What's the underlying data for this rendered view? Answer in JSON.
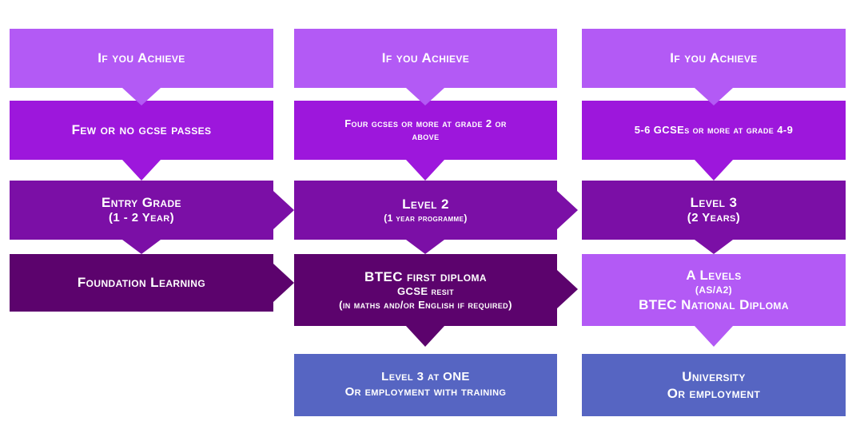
{
  "colors": {
    "light_violet": "#b35af5",
    "bright_purple": "#9d17dc",
    "purple": "#7b0fa6",
    "dark_purple": "#5c036d",
    "blue": "#5665c2"
  },
  "columns": [
    {
      "header": "If you Achieve",
      "requirement": "Few or no gcse passes",
      "stage_title": "Entry Grade",
      "stage_subtitle": "(1 - 2 Year)",
      "outcome": "Foundation Learning"
    },
    {
      "header": "If you Achieve",
      "requirement_line1": "Four gcses or more at grade 2 or",
      "requirement_line2": "above",
      "stage_title": "Level 2",
      "stage_subtitle": "(1 year programme)",
      "outcome_line1": "BTEC first diploma",
      "outcome_line2": "GCSE resit",
      "outcome_line3": "(in maths and/or English if required)",
      "destination_line1": "Level 3 at ONE",
      "destination_line2": "Or employment with training"
    },
    {
      "header": "If you Achieve",
      "requirement": "5-6 GCSEs or more at grade 4-9",
      "stage_title": "Level 3",
      "stage_subtitle": "(2 Years)",
      "outcome_line1": "A Levels",
      "outcome_line2": "(AS/A2)",
      "outcome_line3": "BTEC National Diploma",
      "destination_line1": "University",
      "destination_line2": "Or employment"
    }
  ]
}
